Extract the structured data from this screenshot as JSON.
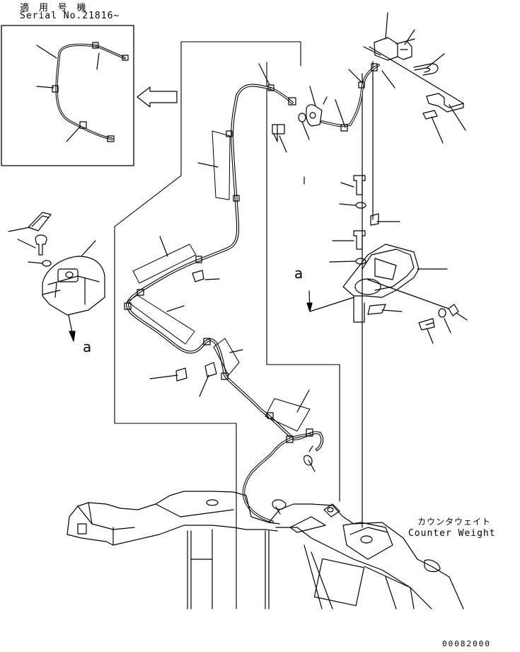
{
  "header": {
    "applies_to": "適 用 号 機",
    "serial": "Serial No.21816~"
  },
  "callouts": {
    "counterweight_jp": "カウンタウェイト",
    "counterweight_en": "Counter Weight",
    "reference_a": "a"
  },
  "footer": {
    "drawing_number": "00082000"
  }
}
